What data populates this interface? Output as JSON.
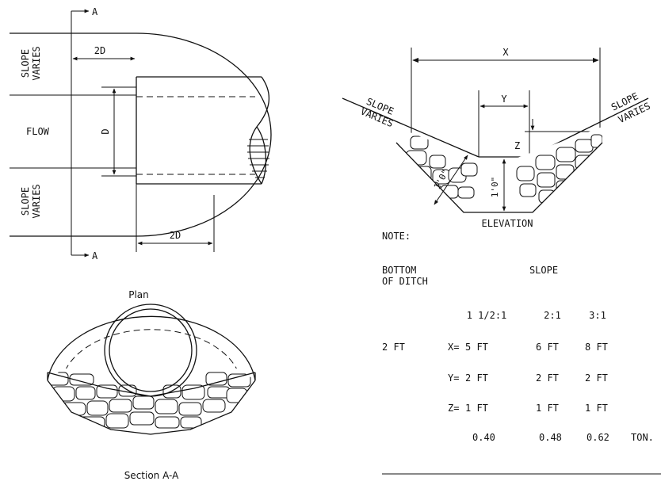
{
  "plan": {
    "section_mark_top": "A",
    "section_mark_bottom": "A",
    "slope_varies_top_1": "SLOPE",
    "slope_varies_top_2": "VARIES",
    "flow_label": "FLOW",
    "slope_varies_bottom_1": "SLOPE",
    "slope_varies_bottom_2": "VARIES",
    "dim_2d_top": "2D",
    "dim_d": "D",
    "dim_2d_bottom": "2D",
    "caption": "Plan"
  },
  "section": {
    "caption": "Section A-A"
  },
  "elevation": {
    "dim_x": "X",
    "dim_y": "Y",
    "dim_z": "Z",
    "slope_left_1": "SLOPE",
    "slope_left_2": "VARIES",
    "slope_right_1": "SLOPE",
    "slope_right_2": "VARIES",
    "thickness_left": "1'0\"",
    "thickness_center": "1'0\"",
    "caption": "ELEVATION"
  },
  "note": {
    "title": "NOTE:",
    "bottom_label_1": "BOTTOM",
    "bottom_label_2": "OF DITCH",
    "slope_label": "SLOPE",
    "slope_headers": [
      "1 1/2:1",
      "2:1",
      "3:1"
    ],
    "row_bottom_value": "2 FT",
    "rows": [
      {
        "label": "X=",
        "values": [
          "5 FT",
          "6 FT",
          "8 FT"
        ]
      },
      {
        "label": "Y=",
        "values": [
          "2 FT",
          "2 FT",
          "2 FT"
        ]
      },
      {
        "label": "Z=",
        "values": [
          "1 FT",
          "1 FT",
          "1 FT"
        ]
      },
      {
        "label": "",
        "values": [
          "0.40",
          "0.48",
          "0.62"
        ]
      }
    ],
    "tons_unit": "TON."
  }
}
